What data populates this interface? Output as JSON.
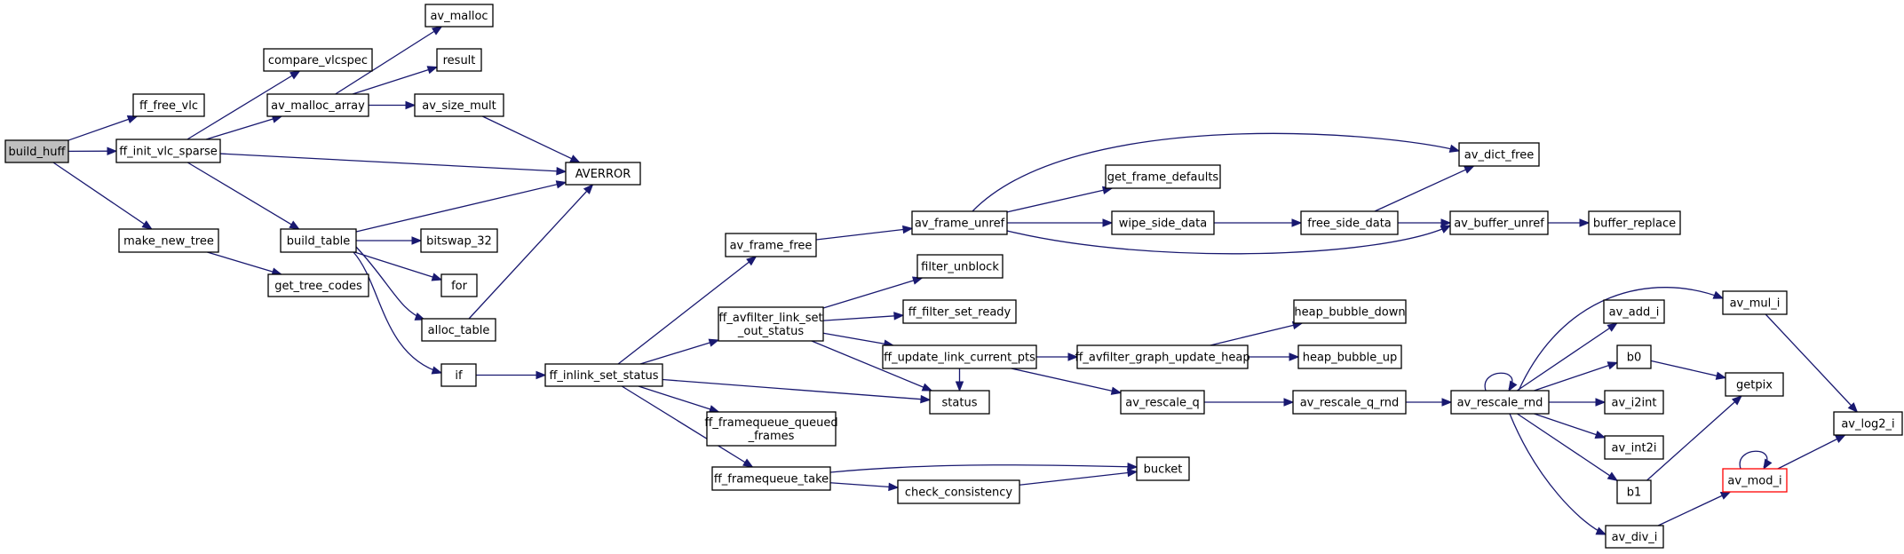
{
  "graph": {
    "root": "build_huff",
    "edge_color": "#191970",
    "root_fill": "#bfbfbf",
    "highlight_stroke": "#ff0000",
    "nodes": [
      {
        "id": "build_huff",
        "lines": [
          "build_huff"
        ],
        "root": true
      },
      {
        "id": "ff_free_vlc",
        "lines": [
          "ff_free_vlc"
        ]
      },
      {
        "id": "ff_init_vlc_sparse",
        "lines": [
          "ff_init_vlc_sparse"
        ]
      },
      {
        "id": "make_new_tree",
        "lines": [
          "make_new_tree"
        ]
      },
      {
        "id": "compare_vlcspec",
        "lines": [
          "compare_vlcspec"
        ]
      },
      {
        "id": "av_malloc_array",
        "lines": [
          "av_malloc_array"
        ]
      },
      {
        "id": "build_table",
        "lines": [
          "build_table"
        ]
      },
      {
        "id": "get_tree_codes",
        "lines": [
          "get_tree_codes"
        ]
      },
      {
        "id": "av_malloc",
        "lines": [
          "av_malloc"
        ]
      },
      {
        "id": "result",
        "lines": [
          "result"
        ]
      },
      {
        "id": "av_size_mult",
        "lines": [
          "av_size_mult"
        ]
      },
      {
        "id": "AVERROR",
        "lines": [
          "AVERROR"
        ]
      },
      {
        "id": "bitswap_32",
        "lines": [
          "bitswap_32"
        ]
      },
      {
        "id": "for",
        "lines": [
          "for"
        ]
      },
      {
        "id": "alloc_table",
        "lines": [
          "alloc_table"
        ]
      },
      {
        "id": "if",
        "lines": [
          "if"
        ]
      },
      {
        "id": "ff_inlink_set_status",
        "lines": [
          "ff_inlink_set_status"
        ]
      },
      {
        "id": "av_frame_free",
        "lines": [
          "av_frame_free"
        ]
      },
      {
        "id": "ff_avfilter_link_set_out_status",
        "lines": [
          "ff_avfilter_link_set",
          "_out_status"
        ]
      },
      {
        "id": "ff_framequeue_queued_frames",
        "lines": [
          "ff_framequeue_queued",
          "_frames"
        ]
      },
      {
        "id": "ff_framequeue_take",
        "lines": [
          "ff_framequeue_take"
        ]
      },
      {
        "id": "av_frame_unref",
        "lines": [
          "av_frame_unref"
        ]
      },
      {
        "id": "filter_unblock",
        "lines": [
          "filter_unblock"
        ]
      },
      {
        "id": "ff_filter_set_ready",
        "lines": [
          "ff_filter_set_ready"
        ]
      },
      {
        "id": "ff_update_link_current_pts",
        "lines": [
          "ff_update_link_current_pts"
        ]
      },
      {
        "id": "status",
        "lines": [
          "status"
        ]
      },
      {
        "id": "check_consistency",
        "lines": [
          "check_consistency"
        ]
      },
      {
        "id": "bucket",
        "lines": [
          "bucket"
        ]
      },
      {
        "id": "get_frame_defaults",
        "lines": [
          "get_frame_defaults"
        ]
      },
      {
        "id": "wipe_side_data",
        "lines": [
          "wipe_side_data"
        ]
      },
      {
        "id": "ff_avfilter_graph_update_heap",
        "lines": [
          "ff_avfilter_graph_update_heap"
        ]
      },
      {
        "id": "av_rescale_q",
        "lines": [
          "av_rescale_q"
        ]
      },
      {
        "id": "free_side_data",
        "lines": [
          "free_side_data"
        ]
      },
      {
        "id": "heap_bubble_down",
        "lines": [
          "heap_bubble_down"
        ]
      },
      {
        "id": "heap_bubble_up",
        "lines": [
          "heap_bubble_up"
        ]
      },
      {
        "id": "av_rescale_q_rnd",
        "lines": [
          "av_rescale_q_rnd"
        ]
      },
      {
        "id": "av_dict_free",
        "lines": [
          "av_dict_free"
        ]
      },
      {
        "id": "av_buffer_unref",
        "lines": [
          "av_buffer_unref"
        ]
      },
      {
        "id": "av_rescale_rnd",
        "lines": [
          "av_rescale_rnd"
        ]
      },
      {
        "id": "buffer_replace",
        "lines": [
          "buffer_replace"
        ]
      },
      {
        "id": "av_add_i",
        "lines": [
          "av_add_i"
        ]
      },
      {
        "id": "b0",
        "lines": [
          "b0"
        ]
      },
      {
        "id": "av_i2int",
        "lines": [
          "av_i2int"
        ]
      },
      {
        "id": "av_int2i",
        "lines": [
          "av_int2i"
        ]
      },
      {
        "id": "b1",
        "lines": [
          "b1"
        ]
      },
      {
        "id": "av_div_i",
        "lines": [
          "av_div_i"
        ]
      },
      {
        "id": "av_mul_i",
        "lines": [
          "av_mul_i"
        ]
      },
      {
        "id": "getpix",
        "lines": [
          "getpix"
        ]
      },
      {
        "id": "av_mod_i",
        "lines": [
          "av_mod_i"
        ],
        "highlight": true
      },
      {
        "id": "av_log2_i",
        "lines": [
          "av_log2_i"
        ]
      }
    ],
    "edges": [
      [
        "build_huff",
        "ff_free_vlc"
      ],
      [
        "build_huff",
        "ff_init_vlc_sparse"
      ],
      [
        "build_huff",
        "make_new_tree"
      ],
      [
        "ff_init_vlc_sparse",
        "compare_vlcspec"
      ],
      [
        "ff_init_vlc_sparse",
        "av_malloc_array"
      ],
      [
        "ff_init_vlc_sparse",
        "AVERROR"
      ],
      [
        "ff_init_vlc_sparse",
        "build_table"
      ],
      [
        "make_new_tree",
        "get_tree_codes"
      ],
      [
        "av_malloc_array",
        "av_malloc"
      ],
      [
        "av_malloc_array",
        "result"
      ],
      [
        "av_malloc_array",
        "av_size_mult"
      ],
      [
        "av_size_mult",
        "AVERROR"
      ],
      [
        "build_table",
        "AVERROR"
      ],
      [
        "build_table",
        "bitswap_32"
      ],
      [
        "build_table",
        "for"
      ],
      [
        "build_table",
        "alloc_table"
      ],
      [
        "build_table",
        "if"
      ],
      [
        "alloc_table",
        "AVERROR"
      ],
      [
        "if",
        "ff_inlink_set_status"
      ],
      [
        "ff_inlink_set_status",
        "av_frame_free"
      ],
      [
        "ff_inlink_set_status",
        "ff_avfilter_link_set_out_status"
      ],
      [
        "ff_inlink_set_status",
        "status"
      ],
      [
        "ff_inlink_set_status",
        "ff_framequeue_queued_frames"
      ],
      [
        "ff_inlink_set_status",
        "ff_framequeue_take"
      ],
      [
        "av_frame_free",
        "av_frame_unref"
      ],
      [
        "ff_avfilter_link_set_out_status",
        "filter_unblock"
      ],
      [
        "ff_avfilter_link_set_out_status",
        "ff_filter_set_ready"
      ],
      [
        "ff_avfilter_link_set_out_status",
        "ff_update_link_current_pts"
      ],
      [
        "ff_avfilter_link_set_out_status",
        "status"
      ],
      [
        "ff_framequeue_take",
        "bucket"
      ],
      [
        "ff_framequeue_take",
        "check_consistency"
      ],
      [
        "check_consistency",
        "bucket"
      ],
      [
        "av_frame_unref",
        "av_dict_free"
      ],
      [
        "av_frame_unref",
        "get_frame_defaults"
      ],
      [
        "av_frame_unref",
        "wipe_side_data"
      ],
      [
        "av_frame_unref",
        "av_buffer_unref"
      ],
      [
        "wipe_side_data",
        "free_side_data"
      ],
      [
        "free_side_data",
        "av_dict_free"
      ],
      [
        "free_side_data",
        "av_buffer_unref"
      ],
      [
        "av_buffer_unref",
        "buffer_replace"
      ],
      [
        "ff_update_link_current_pts",
        "ff_avfilter_graph_update_heap"
      ],
      [
        "ff_update_link_current_pts",
        "av_rescale_q"
      ],
      [
        "ff_update_link_current_pts",
        "status"
      ],
      [
        "ff_avfilter_graph_update_heap",
        "heap_bubble_down"
      ],
      [
        "ff_avfilter_graph_update_heap",
        "heap_bubble_up"
      ],
      [
        "av_rescale_q",
        "av_rescale_q_rnd"
      ],
      [
        "av_rescale_q_rnd",
        "av_rescale_rnd"
      ],
      [
        "av_rescale_rnd",
        "av_rescale_rnd"
      ],
      [
        "av_rescale_rnd",
        "av_mul_i"
      ],
      [
        "av_rescale_rnd",
        "av_add_i"
      ],
      [
        "av_rescale_rnd",
        "b0"
      ],
      [
        "av_rescale_rnd",
        "av_i2int"
      ],
      [
        "av_rescale_rnd",
        "av_int2i"
      ],
      [
        "av_rescale_rnd",
        "b1"
      ],
      [
        "av_rescale_rnd",
        "av_div_i"
      ],
      [
        "av_mul_i",
        "av_log2_i"
      ],
      [
        "b0",
        "getpix"
      ],
      [
        "b1",
        "getpix"
      ],
      [
        "av_div_i",
        "av_mod_i"
      ],
      [
        "av_mod_i",
        "av_mod_i"
      ],
      [
        "av_mod_i",
        "av_log2_i"
      ]
    ]
  }
}
